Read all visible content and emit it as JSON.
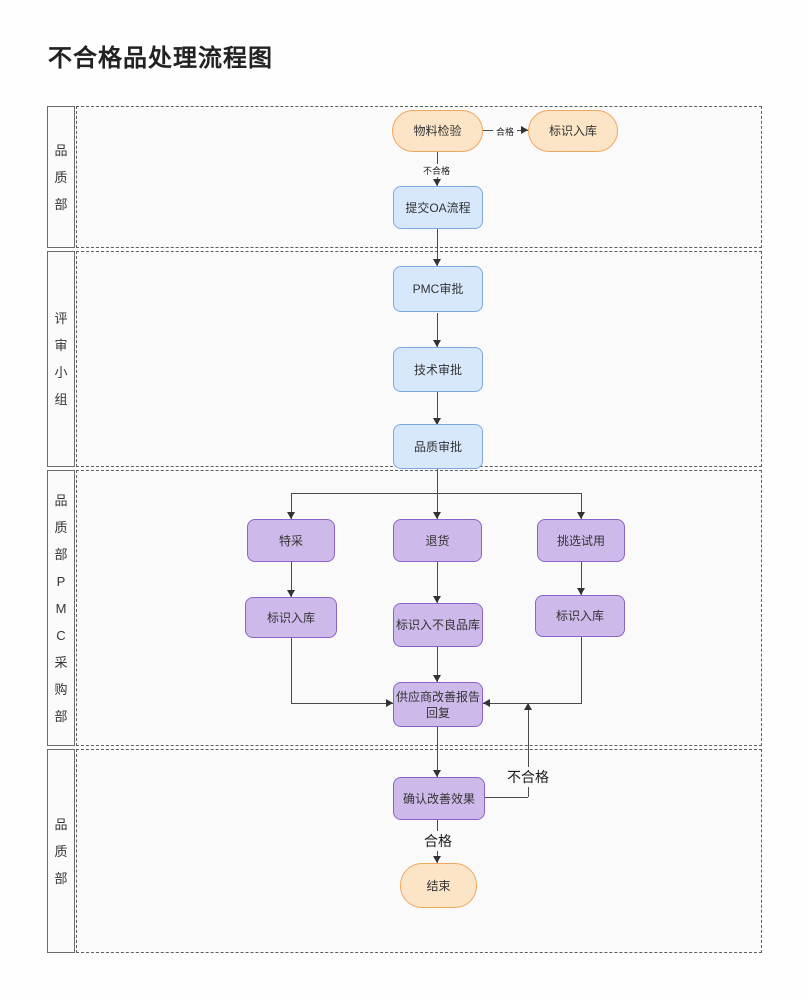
{
  "title": "不合格品处理流程图",
  "colors": {
    "orange_fill": "#FCE5C7",
    "orange_border": "#EFA75F",
    "blue_fill": "#D7E8FC",
    "blue_border": "#7FA8E0",
    "purple_fill": "#CDBAEB",
    "purple_border": "#8C64C8",
    "line": "#4A4A4A",
    "lane_background": "#FAFAFA"
  },
  "lanes": [
    {
      "label": "品质部"
    },
    {
      "label": "评审小组"
    },
    {
      "label": "品质部PMC采购部"
    },
    {
      "label": "品质部"
    }
  ],
  "nodes": {
    "material_inspection": "物料检验",
    "label_storage_top": "标识入库",
    "submit_oa": "提交OA流程",
    "pmc_approval": "PMC审批",
    "tech_approval": "技术审批",
    "quality_approval": "品质审批",
    "special_acceptance": "特采",
    "return_goods": "退货",
    "trial_selection": "挑选试用",
    "label_storage_left": "标识入库",
    "label_defective_storage": "标识入不良品库",
    "label_storage_right": "标识入库",
    "supplier_report": "供应商改善报告回复",
    "confirm_effect": "确认改善效果",
    "end": "结束"
  },
  "edge_labels": {
    "qualified_top": "合格",
    "unqualified_top": "不合格",
    "unqualified_loop": "不合格",
    "qualified_bottom": "合格"
  }
}
